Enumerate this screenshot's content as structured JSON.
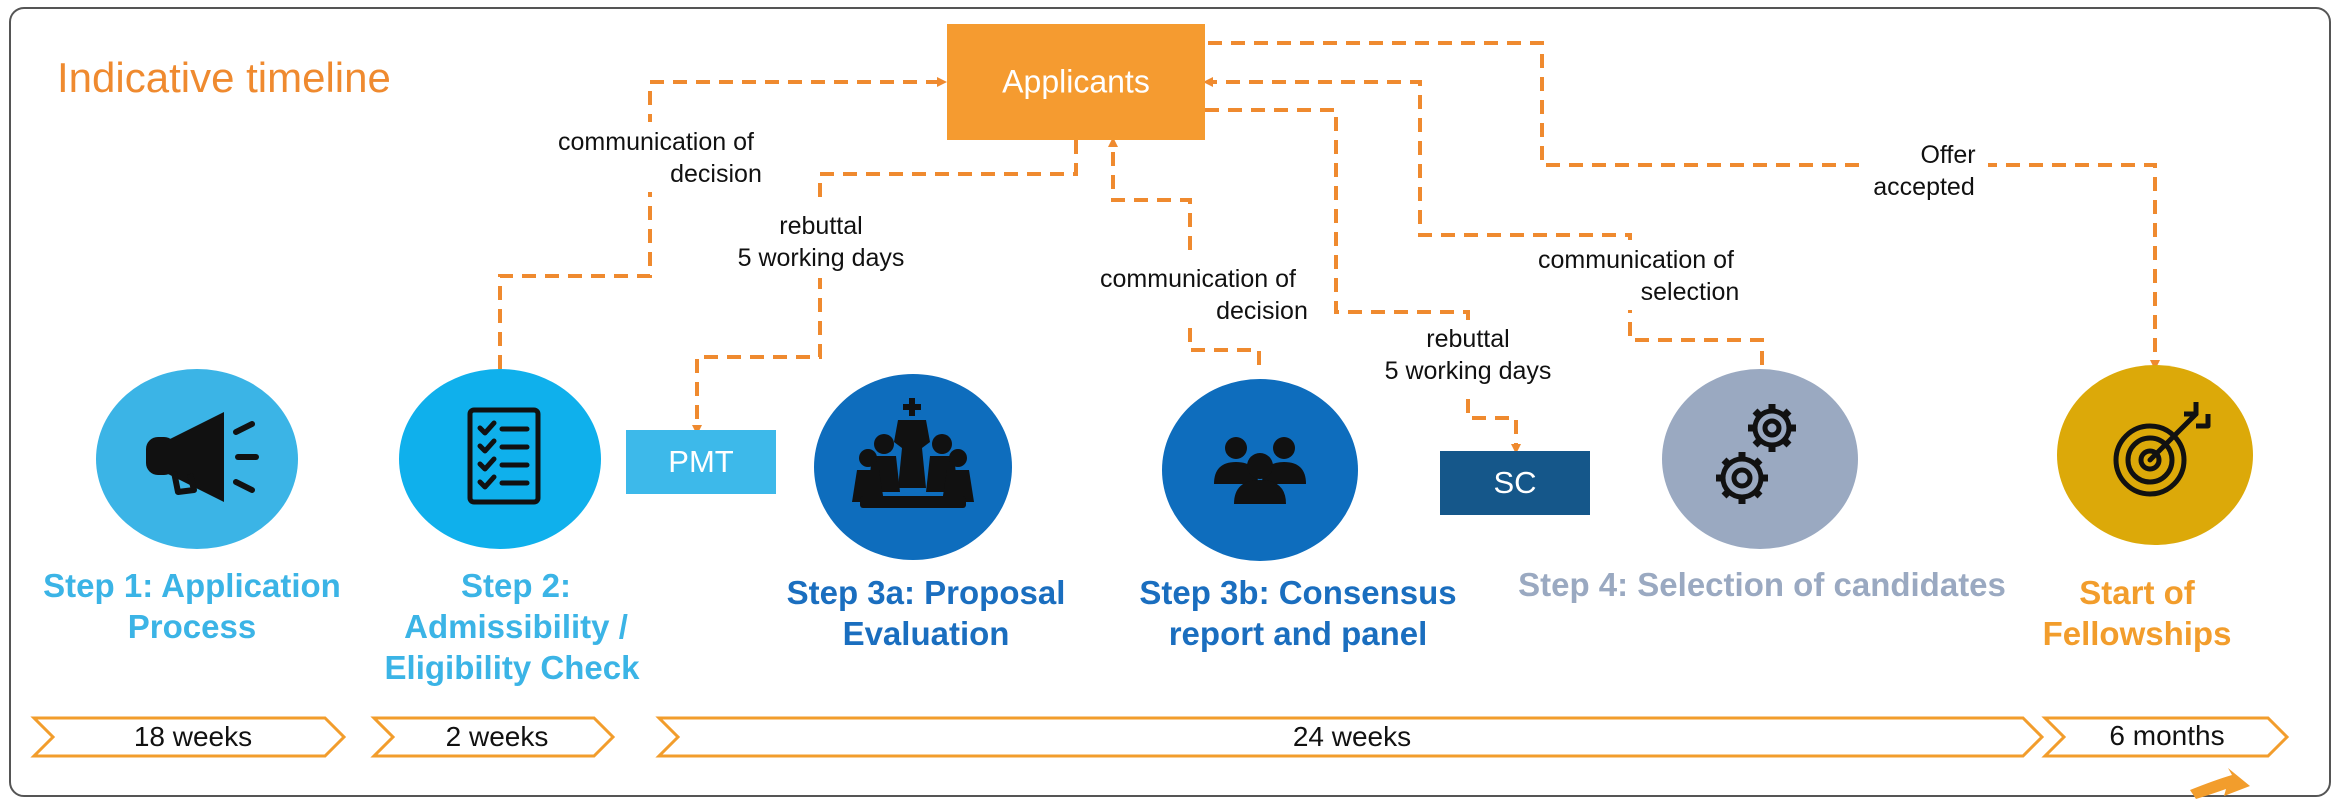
{
  "title": "Indicative timeline",
  "applicants": {
    "label": "Applicants"
  },
  "boxes": {
    "pmt": "PMT",
    "sc": "SC"
  },
  "flow_labels": {
    "comm_decision_1": [
      "communication of",
      "decision"
    ],
    "rebuttal_1": [
      "rebuttal",
      "5 working days"
    ],
    "comm_decision_2": [
      "communication of",
      "decision"
    ],
    "rebuttal_2": [
      "rebuttal",
      "5 working days"
    ],
    "comm_selection": [
      "communication of",
      "selection"
    ],
    "offer": [
      "Offer",
      "accepted"
    ]
  },
  "steps": [
    {
      "lines": [
        "Step 1: Application",
        "Process"
      ],
      "icon": "megaphone-icon",
      "color": "#3bb4e6"
    },
    {
      "lines": [
        "Step 2:",
        "Admissibility /",
        "Eligibility Check"
      ],
      "icon": "checklist-icon",
      "color": "#3bb4e6"
    },
    {
      "lines": [
        "Step 3a: Proposal",
        "Evaluation"
      ],
      "icon": "chess-pieces-icon",
      "color": "#1a6ebf"
    },
    {
      "lines": [
        "Step 3b: Consensus",
        "report and panel"
      ],
      "icon": "people-group-icon",
      "color": "#1a6ebf"
    },
    {
      "lines": [
        "Step 4: Selection of candidates"
      ],
      "icon": "gears-icon",
      "color": "#9aa9c1"
    },
    {
      "lines": [
        "Start of",
        "Fellowships"
      ],
      "icon": "target-icon",
      "color": "#f29d2c"
    }
  ],
  "durations": [
    "18 weeks",
    "2 weeks",
    "24 weeks",
    "6 months"
  ],
  "colors": {
    "accent": "#ef8a2f",
    "applicants_box": "#f59b30",
    "light_blue": "#3bb4e6",
    "dark_blue": "#0e6dbd",
    "navy_box": "#15578a",
    "grey": "#9aa9c1",
    "gold": "#dca909"
  }
}
